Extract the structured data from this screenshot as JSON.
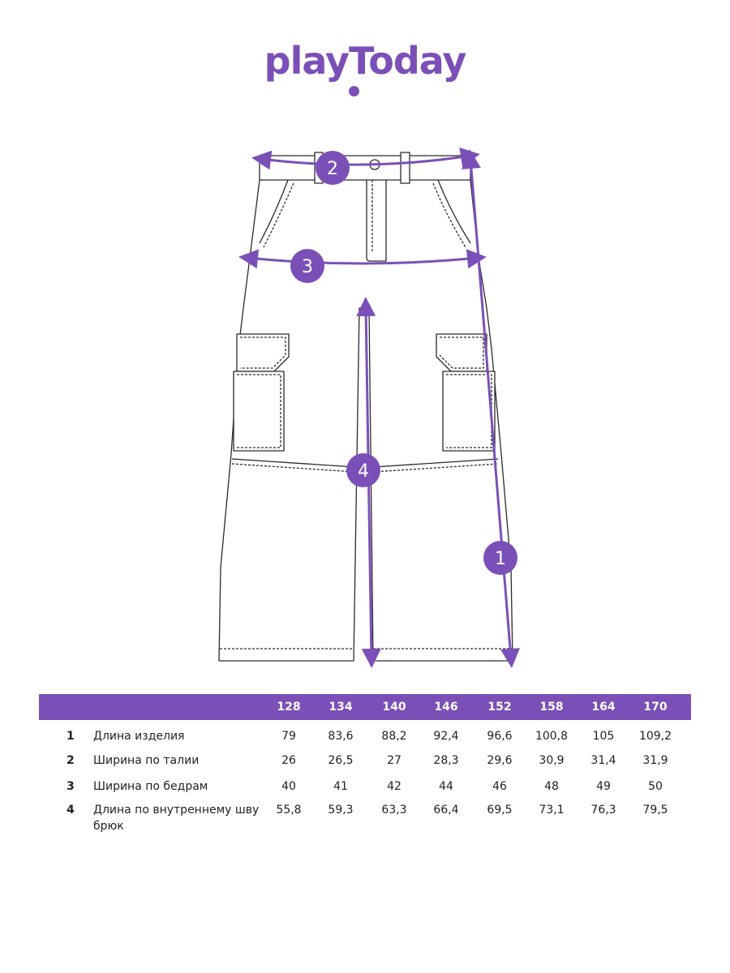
{
  "brand": {
    "name": "playToday",
    "color": "#7b4fb8"
  },
  "markers": {
    "m1": "1",
    "m2": "2",
    "m3": "3",
    "m4": "4"
  },
  "table": {
    "sizes": [
      "128",
      "134",
      "140",
      "146",
      "152",
      "158",
      "164",
      "170"
    ],
    "rows": [
      {
        "num": "1",
        "label": "Длина изделия",
        "values": [
          "79",
          "83,6",
          "88,2",
          "92,4",
          "96,6",
          "100,8",
          "105",
          "109,2"
        ]
      },
      {
        "num": "2",
        "label": "Ширина по талии",
        "values": [
          "26",
          "26,5",
          "27",
          "28,3",
          "29,6",
          "30,9",
          "31,4",
          "31,9"
        ]
      },
      {
        "num": "3",
        "label": "Ширина по бедрам",
        "values": [
          "40",
          "41",
          "42",
          "44",
          "46",
          "48",
          "49",
          "50"
        ]
      },
      {
        "num": "4",
        "label": "Длина по внутреннему шву брюк",
        "values": [
          "55,8",
          "59,3",
          "63,3",
          "66,4",
          "69,5",
          "73,1",
          "76,3",
          "79,5"
        ]
      }
    ]
  }
}
